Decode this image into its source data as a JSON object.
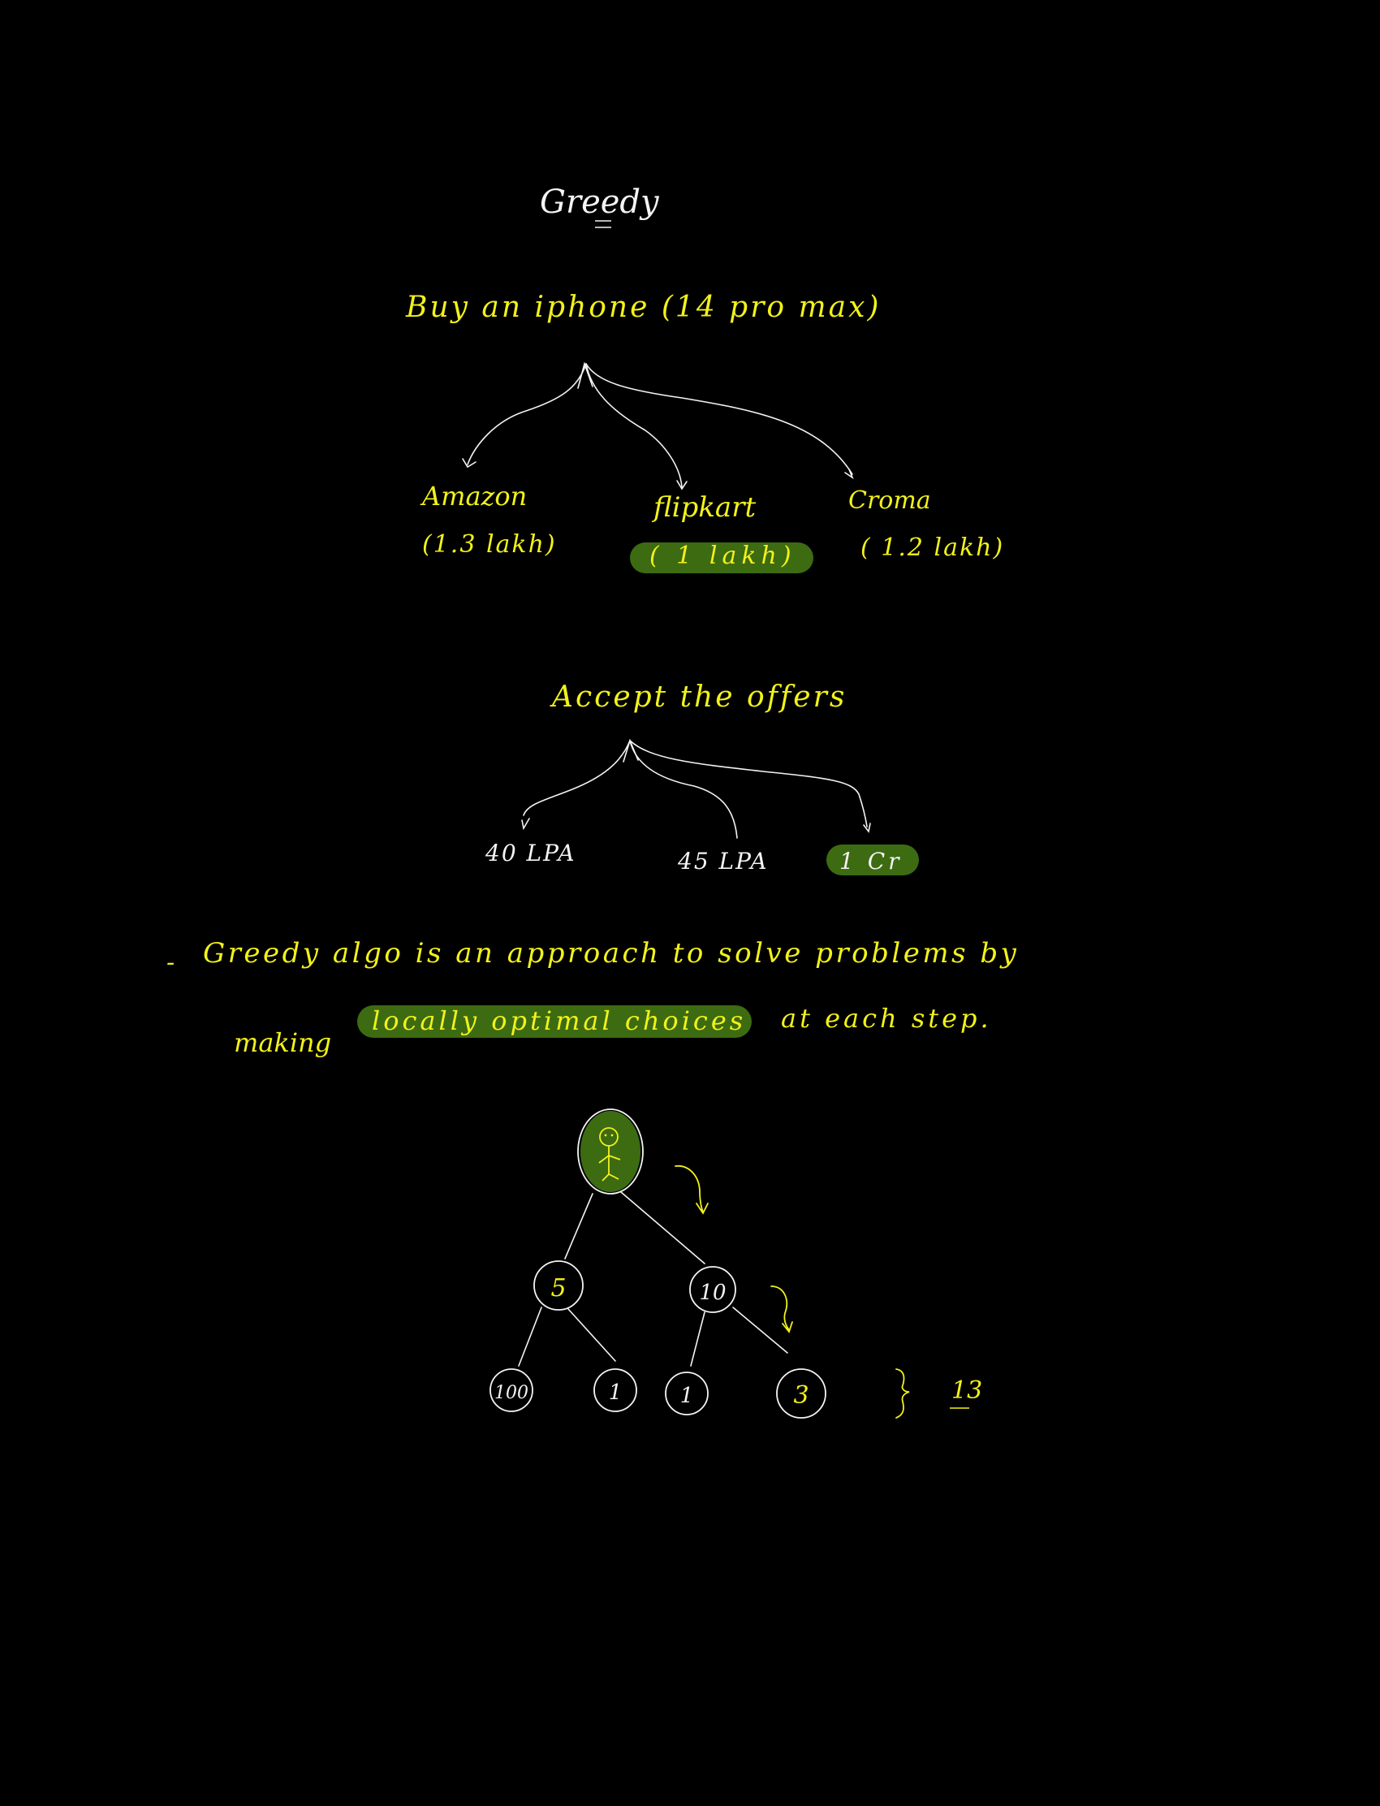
{
  "title": "Greedy",
  "example1": {
    "question": "Buy an iphone (14 pro max)",
    "options": [
      {
        "store": "Amazon",
        "price": "(1.3 lakh)"
      },
      {
        "store": "flipkart",
        "price": "( 1 lakh)"
      },
      {
        "store": "Croma",
        "price": "( 1.2 lakh)"
      }
    ],
    "chosen_index": 1
  },
  "example2": {
    "question": "Accept the offers",
    "options": [
      "40 LPA",
      "45 LPA",
      "1 Cr"
    ],
    "chosen_index": 2
  },
  "definition": {
    "bullet": "-",
    "line1": "Greedy algo is an approach to solve problems by",
    "line2_before": "making",
    "line2_highlight": "locally optimal choices",
    "line2_after": "at each step."
  },
  "tree": {
    "root": "stick-figure-icon",
    "level1": [
      "5",
      "10"
    ],
    "level2": [
      "100",
      "1",
      "1",
      "3"
    ],
    "greedy_sum": "13"
  },
  "colors": {
    "background": "#000000",
    "ink_yellow": "#f2f21a",
    "ink_white": "#f4f4f4",
    "highlight_green": "#3d6b12"
  }
}
